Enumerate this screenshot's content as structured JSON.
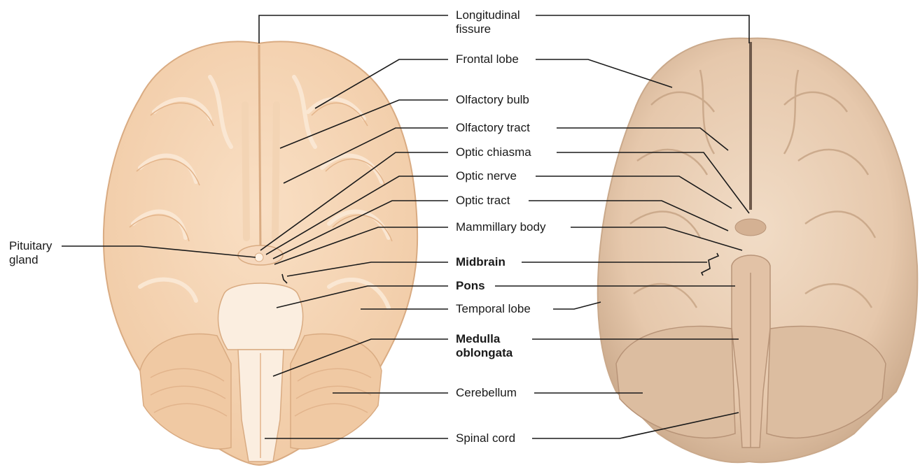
{
  "diagram": {
    "labels": {
      "longitudinal_fissure_1": "Longitudinal",
      "longitudinal_fissure_2": "fissure",
      "frontal_lobe": "Frontal lobe",
      "olfactory_bulb": "Olfactory bulb",
      "olfactory_tract": "Olfactory tract",
      "optic_chiasma": "Optic chiasma",
      "optic_nerve": "Optic nerve",
      "optic_tract": "Optic tract",
      "mammillary_body": "Mammillary body",
      "midbrain": "Midbrain",
      "pons": "Pons",
      "temporal_lobe": "Temporal lobe",
      "medulla_oblongata_1": "Medulla",
      "medulla_oblongata_2": "oblongata",
      "cerebellum": "Cerebellum",
      "spinal_cord": "Spinal cord",
      "pituitary_gland_1": "Pituitary",
      "pituitary_gland_2": "gland"
    },
    "colors": {
      "illustration_cortex": "#f5d2b0",
      "illustration_gyri": "#f9e3cc",
      "illustration_brainstem": "#fbeee0",
      "illustration_cerebellum": "#f0c9a3",
      "photo_cortex": "#e9cdb3",
      "photo_shadow": "#c9a98c",
      "leader_lines": "#1a1a1a"
    }
  }
}
